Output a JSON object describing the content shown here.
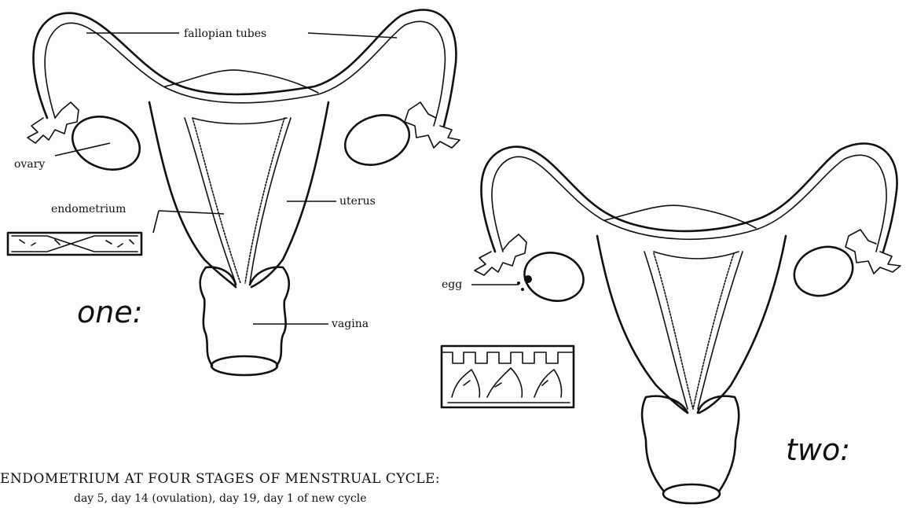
{
  "labels": {
    "fallopian_tubes": "fallopian tubes",
    "ovary": "ovary",
    "endometrium": "endometrium",
    "uterus": "uterus",
    "vagina": "vagina",
    "egg": "egg"
  },
  "stages": {
    "one": "one:",
    "two": "two:"
  },
  "caption": {
    "line1": "ENDOMETRIUM AT FOUR STAGES OF MENSTRUAL CYCLE:",
    "line2": "day 5, day 14 (ovulation), day 19, day 1 of new cycle"
  },
  "colors": {
    "ink": "#111111",
    "paper": "#fdfdfd"
  }
}
